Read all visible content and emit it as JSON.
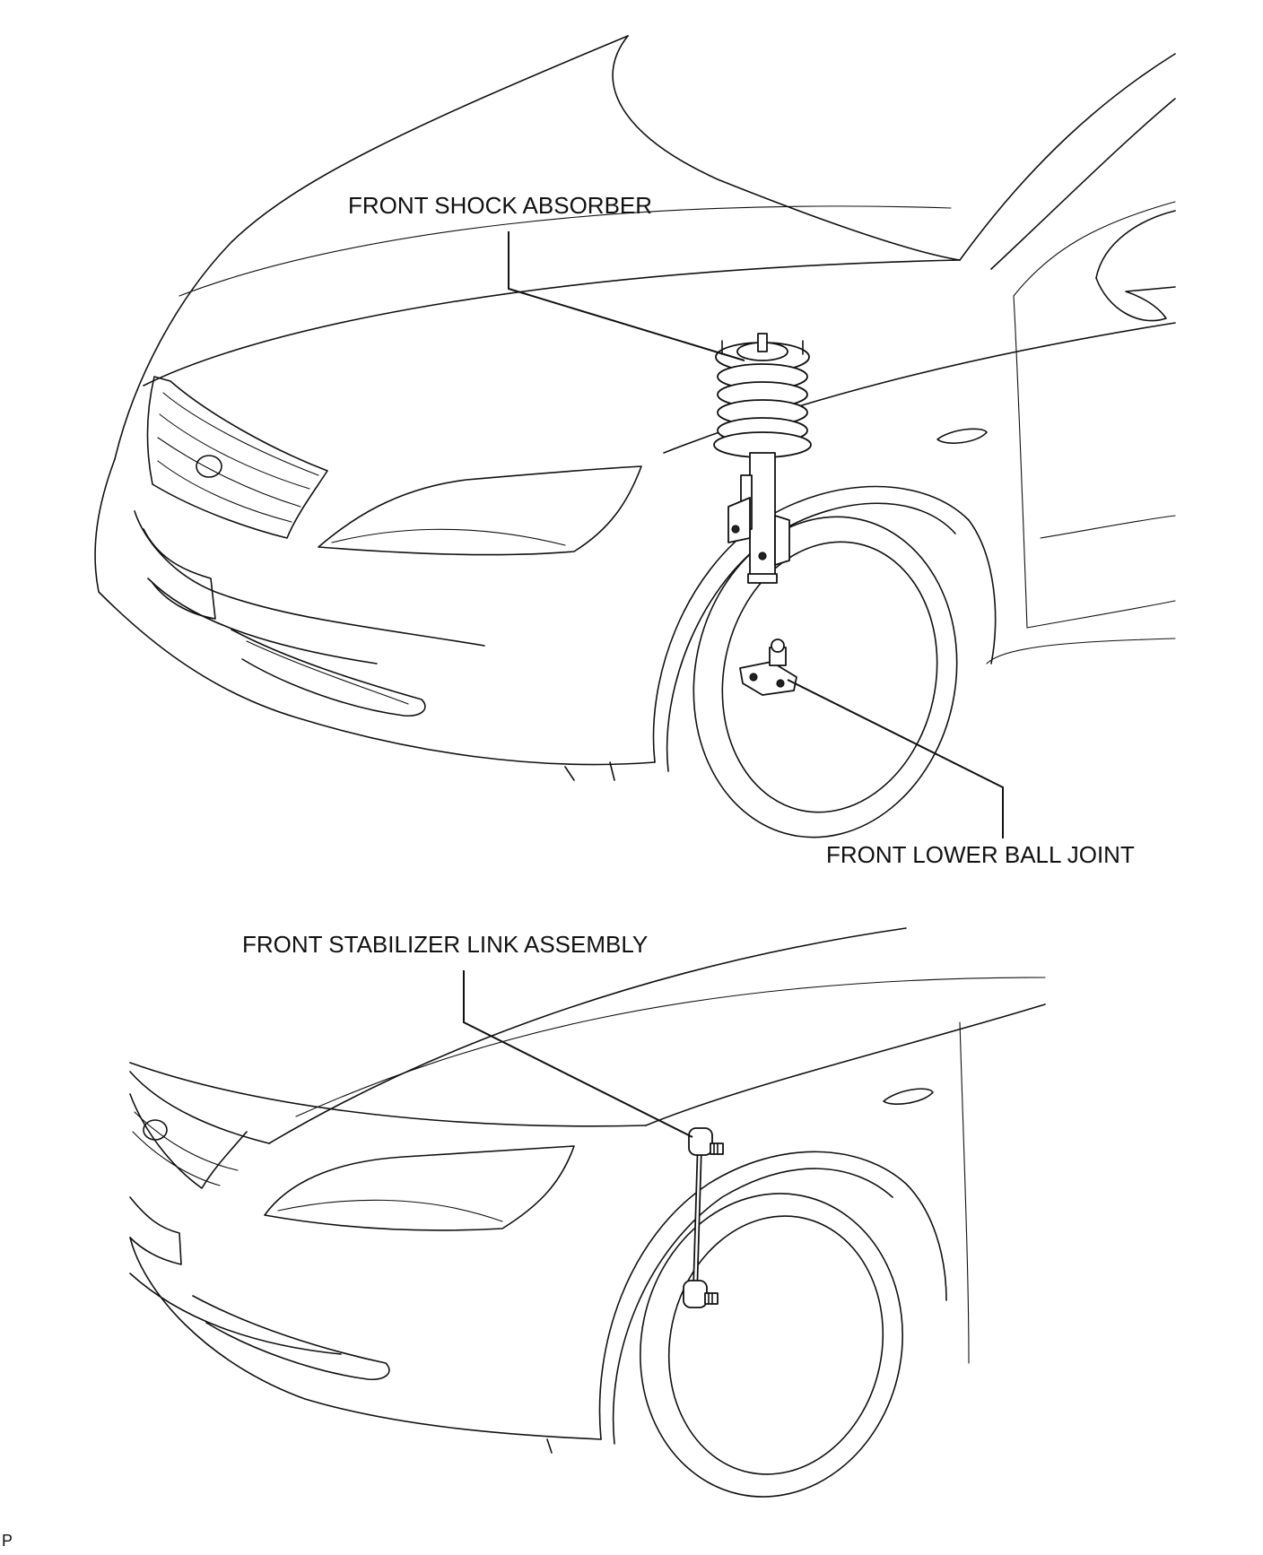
{
  "labels": {
    "shock_absorber": "FRONT SHOCK ABSORBER",
    "lower_ball_joint": "FRONT LOWER BALL JOINT",
    "stabilizer_link": "FRONT STABILIZER LINK ASSEMBLY"
  },
  "figure_code": "P"
}
